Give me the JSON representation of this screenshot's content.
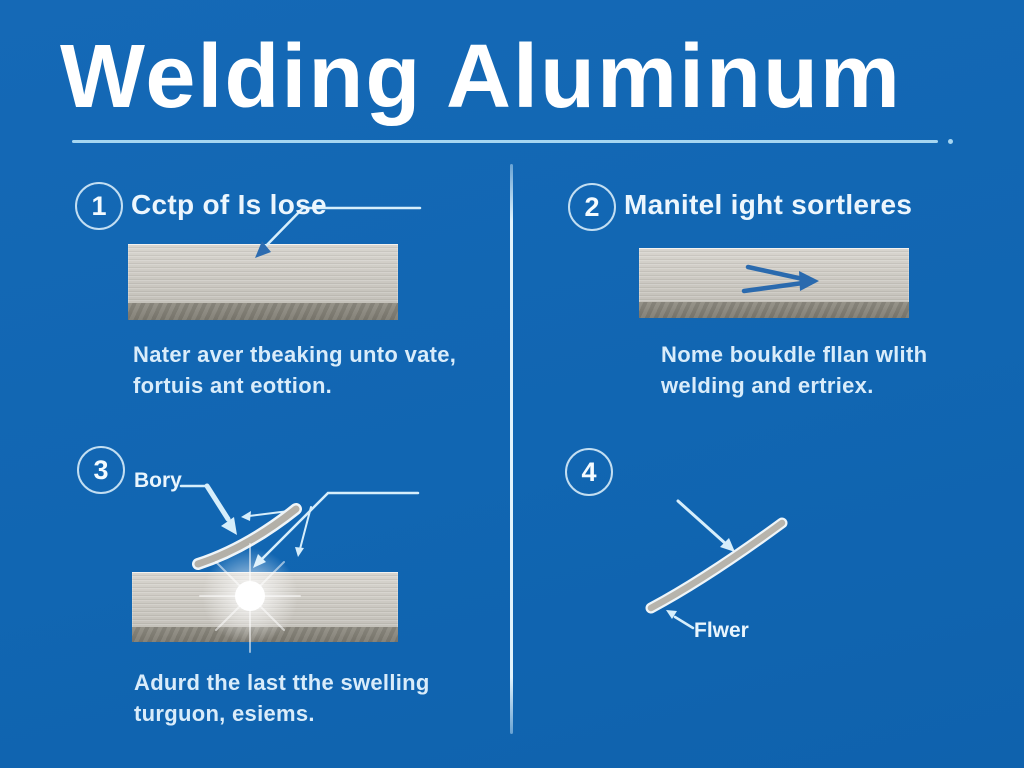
{
  "title": "Welding Aluminum",
  "sections": {
    "s1": {
      "number": "1",
      "heading": "Cctp of Is lose",
      "description": "Nater aver tbeaking unto vate,\nfortuis ant eottion."
    },
    "s2": {
      "number": "2",
      "heading": "Manitel ight sortleres",
      "description": "Nome boukdle fllan wlith\nwelding and ertriex."
    },
    "s3": {
      "number": "3",
      "label": "Bory",
      "description": "Adurd the last tthe swelling\nturguon, esiems."
    },
    "s4": {
      "number": "4",
      "label": "Flwer"
    }
  },
  "colors": {
    "background": "#1166b2",
    "title_text": "#ffffff",
    "body_text": "#d9ecfa",
    "divider": "#e2f3fc",
    "metal_light": "#c8c5bf",
    "metal_dark": "#86837a",
    "arrow_light": "#d6eefb",
    "arrow_dark": "#2a6aae"
  }
}
